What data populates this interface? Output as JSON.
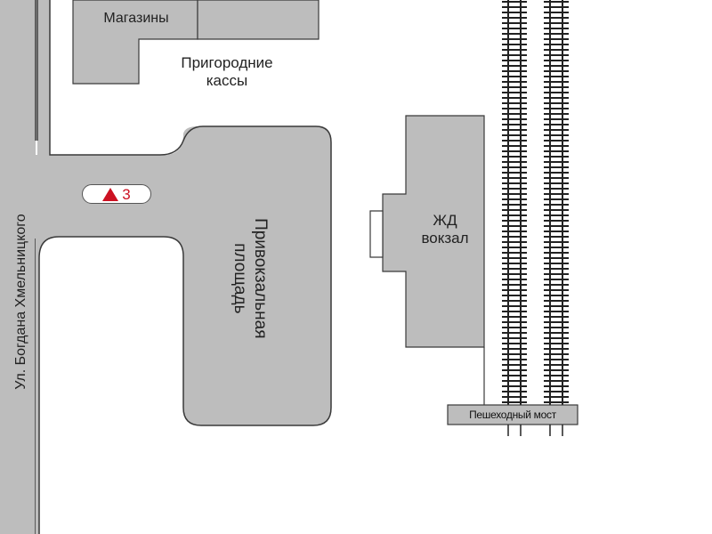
{
  "colors": {
    "background": "#ffffff",
    "block": "#bdbdbd",
    "outline": "#3a3a3a",
    "rail": "#222222",
    "marker_accent": "#cc1122",
    "text": "#222222"
  },
  "labels": {
    "shops": "Магазины",
    "suburban_tickets_line1": "Пригородние",
    "suburban_tickets_line2": "кассы",
    "street": "Ул. Богдана Хмельницкого",
    "square_line1": "Привокзальная",
    "square_line2": "площадь",
    "station_line1": "ЖД",
    "station_line2": "вокзал",
    "footbridge": "Пешеходный мост"
  },
  "marker": {
    "icon": "triangle-marker-icon",
    "number": "3"
  }
}
